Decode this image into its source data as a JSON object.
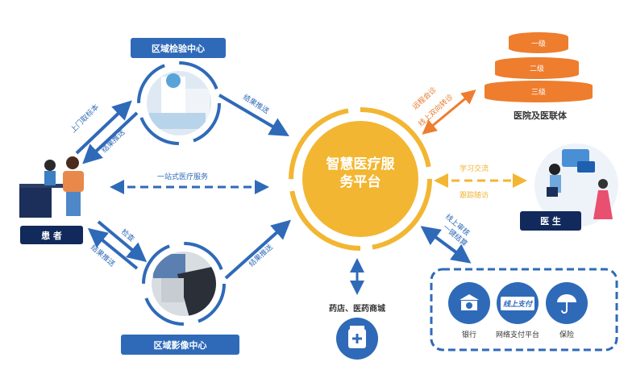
{
  "center": {
    "title_line1": "智慧医疗服",
    "title_line2": "务平台"
  },
  "lab_center": {
    "label": "区域检验中心"
  },
  "imaging_center": {
    "label": "区域影像中心"
  },
  "patient": {
    "label": "患 者"
  },
  "doctor": {
    "label": "医 生"
  },
  "hospital": {
    "tiers": [
      "一级",
      "二级",
      "三级"
    ],
    "label": "医院及医联体"
  },
  "pharmacy": {
    "label": "药店、医药商城"
  },
  "payment": {
    "items": [
      "银行",
      "网络支付平台",
      "保险"
    ],
    "online_pay_badge": "线上支付"
  },
  "arrows": {
    "patient_to_lab": "上门取标本",
    "lab_to_patient": "结果推送",
    "lab_to_center": "结果推送",
    "patient_center": "一站式医疗服务",
    "patient_to_imaging": "检查",
    "imaging_to_patient": "结果推送",
    "imaging_to_center": "结果推送",
    "center_hospital_1": "远程会诊",
    "center_hospital_2": "线上双向转诊",
    "center_doctor_1": "学习交流",
    "center_doctor_2": "跟踪随访",
    "center_payment_1": "线上审核",
    "center_payment_2": "一键结算"
  },
  "colors": {
    "blue": "#2f6ab8",
    "navy": "#12295b",
    "orange": "#ee7d2e",
    "yellow": "#f2b632"
  }
}
